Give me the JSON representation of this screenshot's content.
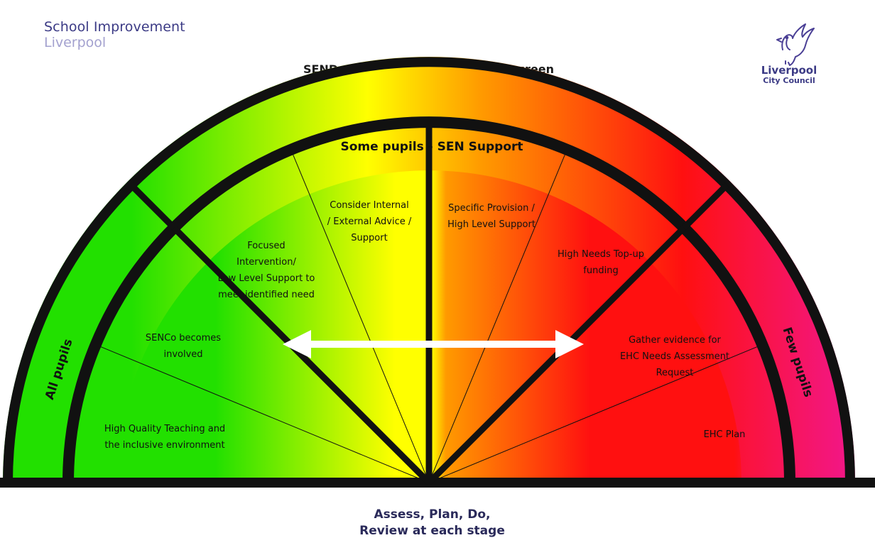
{
  "header": {
    "brand_line1": "School Improvement",
    "brand_line2": "Liverpool",
    "title": "SEND Graduated Approach Windscreen",
    "council_line1": "Liverpool",
    "council_line2": "City Council"
  },
  "windscreen": {
    "outer_band_left": "All pupils",
    "outer_band_top": "Some pupils - SEN Support",
    "outer_band_right": "Few pupils",
    "segments": [
      {
        "lines": [
          "High Quality Teaching and",
          "the inclusive environment"
        ]
      },
      {
        "lines": [
          "SENCo becomes",
          "involved"
        ]
      },
      {
        "lines": [
          "Focused",
          "Intervention/",
          "Low Level Support to",
          "meet identified need"
        ]
      },
      {
        "lines": [
          "Consider Internal",
          "/ External Advice /",
          "Support"
        ]
      },
      {
        "lines": [
          "Specific Provision /",
          "High Level Support"
        ]
      },
      {
        "lines": [
          "High Needs Top-up",
          "funding"
        ]
      },
      {
        "lines": [
          "Gather evidence for",
          "EHC Needs Assessment",
          "Request"
        ]
      },
      {
        "lines": [
          "EHC Plan"
        ]
      }
    ],
    "colors": {
      "green": "#22e000",
      "yellow": "#ffff00",
      "orange": "#ff9a00",
      "red": "#ff1010",
      "magenta": "#f0189a",
      "frame": "#111111",
      "arrow": "#ffffff"
    }
  },
  "footer": {
    "line1": "Assess, Plan, Do,",
    "line2": "Review at each stage"
  }
}
